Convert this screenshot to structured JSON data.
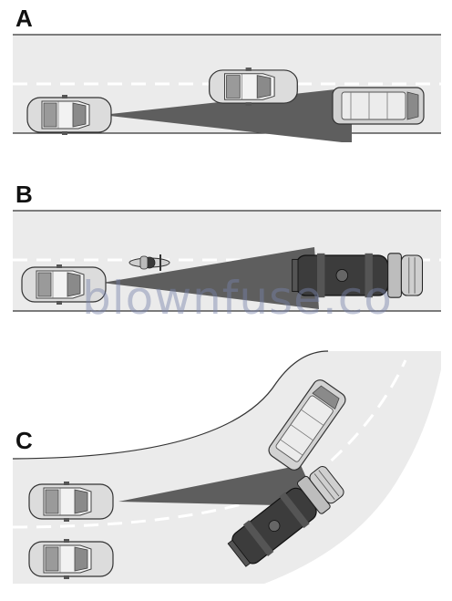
{
  "panels": {
    "a": {
      "label": "A"
    },
    "b": {
      "label": "B"
    },
    "c": {
      "label": "C"
    }
  },
  "watermark": {
    "text": "blownfuse.co"
  },
  "colors": {
    "road": "#ebebeb",
    "road_edge": "#333333",
    "lane_dash": "#ffffff",
    "blind_zone": "#5e5e5e",
    "car_body": "#d9d9d9",
    "truck_cab": "#c8c8c8",
    "tanker": "#3c3c3c"
  },
  "icons": {
    "car": "car-topview-icon",
    "van": "van-topview-icon",
    "motorcycle": "motorcycle-topview-icon",
    "truck": "tanker-truck-topview-icon"
  }
}
